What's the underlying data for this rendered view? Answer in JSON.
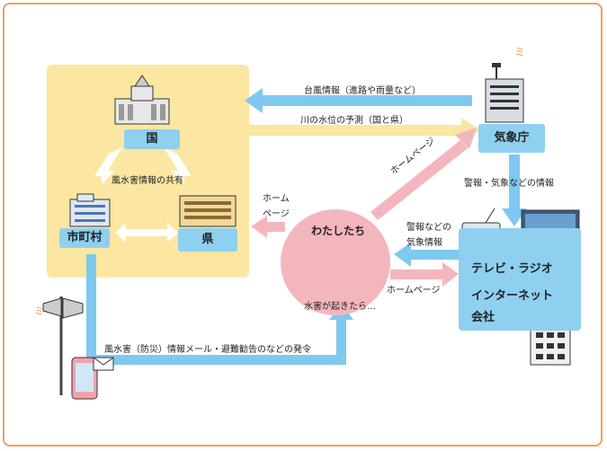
{
  "nodes": {
    "kuni": "国",
    "shichoson": "市町村",
    "ken": "県",
    "kishocho": "気象庁",
    "watashitachi": "わたしたち",
    "media_line1": "テレビ・ラジオ",
    "media_line2": "インターネット",
    "media_line3": "会社"
  },
  "flows": {
    "typhoon_info": "台風情報（進路や雨量など）",
    "river_forecast": "川の水位の予測（国と県）",
    "share_info": "風水害情報の共有",
    "homepage_1": "ホーム",
    "homepage_2": "ページ",
    "homepage_kisho": "ホームページ",
    "warning_kisho": "警報・気象などの情報",
    "warning_media_1": "警報などの",
    "warning_media_2": "気象情報",
    "homepage_media": "ホームページ",
    "flood_happen": "水害が起きたら…",
    "notice": "風水害（防災）情報メール・避難勧告のなどの発令"
  },
  "colors": {
    "blue_arrow": "#7fc8ef",
    "yellow_arrow": "#fbe7a1",
    "pink_arrow": "#f4b6bd",
    "gov_box": "#fbe7a1",
    "label_blue": "#8fd0f0",
    "frame": "#f0a060"
  },
  "icons": [
    "parliament-icon",
    "city-hall-icon",
    "prefecture-building-icon",
    "weather-agency-icon",
    "radio-icon",
    "tv-icon",
    "company-building-icon",
    "loudspeaker-icon",
    "smartphone-icon",
    "people-icon"
  ]
}
